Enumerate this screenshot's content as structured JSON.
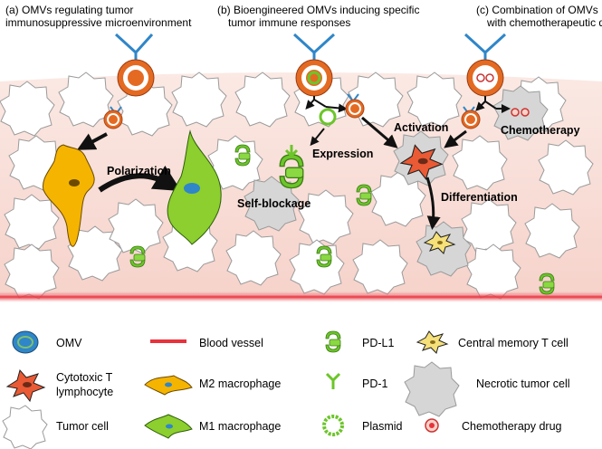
{
  "panels": {
    "a": {
      "line1": "(a) OMVs regulating tumor",
      "line2": "immunosuppressive microenvironment"
    },
    "b": {
      "line1": "(b) Bioengineered OMVs inducing specific",
      "line2": "tumor immune responses"
    },
    "c": {
      "line1": "(c) Combination of OMVs",
      "line2": "with chemotherapeutic drugs"
    }
  },
  "labels": {
    "polarization": "Polarization",
    "expression": "Expression",
    "self_blockage": "Self-blockage",
    "activation": "Activation",
    "chemotherapy": "Chemotherapy",
    "differentiation": "Differentiation"
  },
  "legend": {
    "omv": "OMV",
    "blood_vessel": "Blood vessel",
    "pd_l1": "PD-L1",
    "central_memory_t_cell": "Central memory T cell",
    "ctl_line1": "Cytotoxic T",
    "ctl_line2": "lymphocyte",
    "m2_macrophage": "M2 macrophage",
    "pd_1": "PD-1",
    "necrotic_tumor_cell": "Necrotic tumor cell",
    "tumor_cell": "Tumor cell",
    "m1_macrophage": "M1 macrophage",
    "plasmid": "Plasmid",
    "chemotherapy_drug": "Chemotherapy drug"
  },
  "colors": {
    "tissue": "#f7dcd6",
    "vessel": "#e8323c",
    "omv_fill": "#2f86c9",
    "omv_outer": "#e46a22",
    "ctl": "#ea5a34",
    "m2": "#f5b400",
    "m1": "#8ccf2e",
    "pdl1": "#6cc52a",
    "necrotic": "#d3d3d3"
  }
}
